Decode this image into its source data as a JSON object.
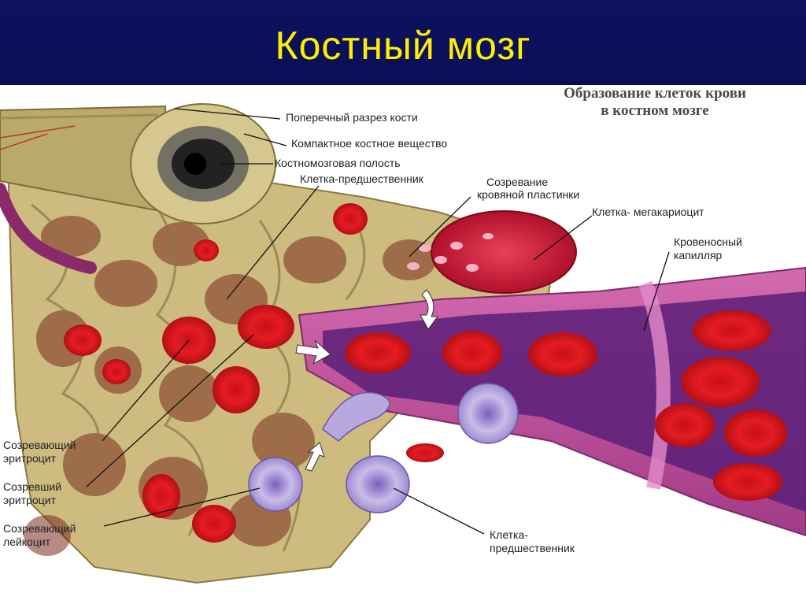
{
  "slide": {
    "title": "Костный мозг"
  },
  "figure": {
    "title_line1": "Образование клеток крови",
    "title_line2": "в костном мозге",
    "labels": {
      "bone_cross_section": "Поперечный разрез кости",
      "compact_bone": "Компактное костное вещество",
      "marrow_cavity": "Костномозговая полость",
      "progenitor_top": "Клетка-предшественник",
      "platelet_maturation_1": "Созревание",
      "platelet_maturation_2": "кровяной пластинки",
      "megakaryocyte": "Клетка- мегакариоцит",
      "capillary_1": "Кровеносный",
      "capillary_2": "капилляр",
      "maturing_erythrocyte_1": "Созревающий",
      "maturing_erythrocyte_2": "эритроцит",
      "mature_erythrocyte_1": "Созревший",
      "mature_erythrocyte_2": "эритроцит",
      "maturing_leukocyte_1": "Созревающий",
      "maturing_leukocyte_2": "лейкоцит",
      "progenitor_bottom_1": "Клетка-",
      "progenitor_bottom_2": "предшественник"
    }
  },
  "colors": {
    "title_band": "#0b1159",
    "title_text": "#ffee00",
    "bone": "#c9b67a",
    "bone_dark": "#8f7b45",
    "capillary": "#c0529a",
    "capillary_lumen": "#5b1f78",
    "erythrocyte": "#e0161e",
    "leukocyte": "#a99ad8"
  }
}
